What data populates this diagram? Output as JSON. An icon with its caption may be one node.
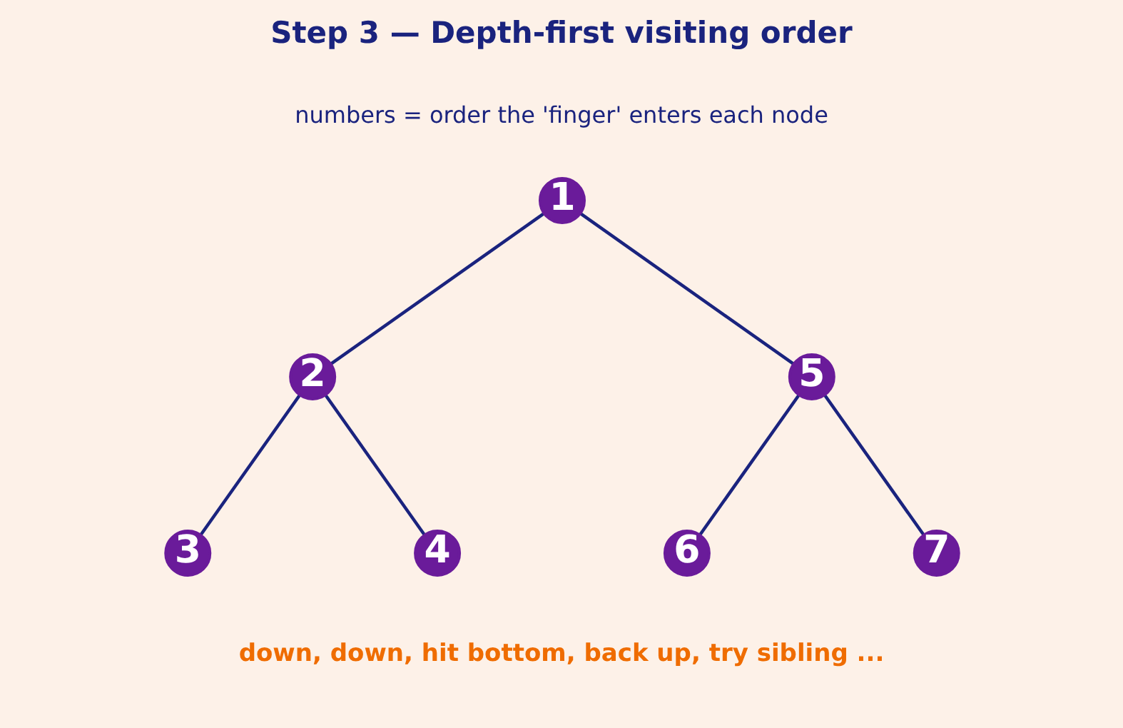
{
  "diagram": {
    "title": "Step 3 — Depth-first visiting order",
    "caption": "down, down, hit bottom, back up, try sibling ...",
    "nodes": [
      {
        "text": [
          "1"
        ]
      },
      {
        "text": [
          "2"
        ]
      },
      {
        "text": [
          "3"
        ]
      },
      {
        "text": [
          "4"
        ]
      },
      {
        "text": [
          "5"
        ]
      },
      {
        "text": [
          "6"
        ]
      },
      {
        "text": [
          "7"
        ]
      }
    ],
    "edges": [
      {
        "from": 0,
        "to": 1,
        "arrow": "none"
      },
      {
        "from": 0,
        "to": 4,
        "arrow": "none"
      },
      {
        "from": 1,
        "to": 2,
        "arrow": "none"
      },
      {
        "from": 1,
        "to": 3,
        "arrow": "none"
      },
      {
        "from": 4,
        "to": 5,
        "arrow": "none"
      },
      {
        "from": 4,
        "to": 6,
        "arrow": "none"
      }
    ],
    "labels": [
      "numbers = order the 'finger' enters each node"
    ]
  }
}
